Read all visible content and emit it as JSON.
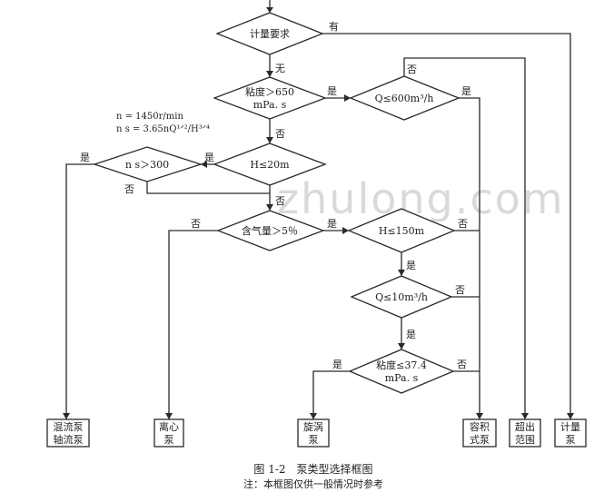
{
  "nodes": {
    "d_meter": "计量要求",
    "d_visc650_l1": "粘度＞650",
    "d_visc650_l2": "mPa. s",
    "d_q600": "Q≤600m³/h",
    "d_h20": "H≤20m",
    "d_ns300": "n s＞300",
    "d_gas5": "含气量＞5％",
    "d_h150": "H≤150m",
    "d_q10": "Q≤10m³/h",
    "d_visc37_l1": "粘度≤37.4",
    "d_visc37_l2": "mPa. s"
  },
  "formula": {
    "l1": "n = 1450r/min",
    "l2": "n s = 3.65nQ¹ᐟ²/H³ᐟ⁴"
  },
  "edge_labels": {
    "yes": "是",
    "no": "否",
    "has": "有",
    "none": "无"
  },
  "outputs": [
    {
      "l1": "混流泵",
      "l2": "轴流泵"
    },
    {
      "l1": "离心",
      "l2": "泵"
    },
    {
      "l1": "旋涡",
      "l2": "泵"
    },
    {
      "l1": "容积",
      "l2": "式泵"
    },
    {
      "l1": "超出",
      "l2": "范围"
    },
    {
      "l1": "计量",
      "l2": "泵"
    }
  ],
  "watermark": "zhulong.com",
  "caption": {
    "title": "图 1-2　泵类型选择框图",
    "note": "注：本框图仅供一般情况时参考"
  }
}
